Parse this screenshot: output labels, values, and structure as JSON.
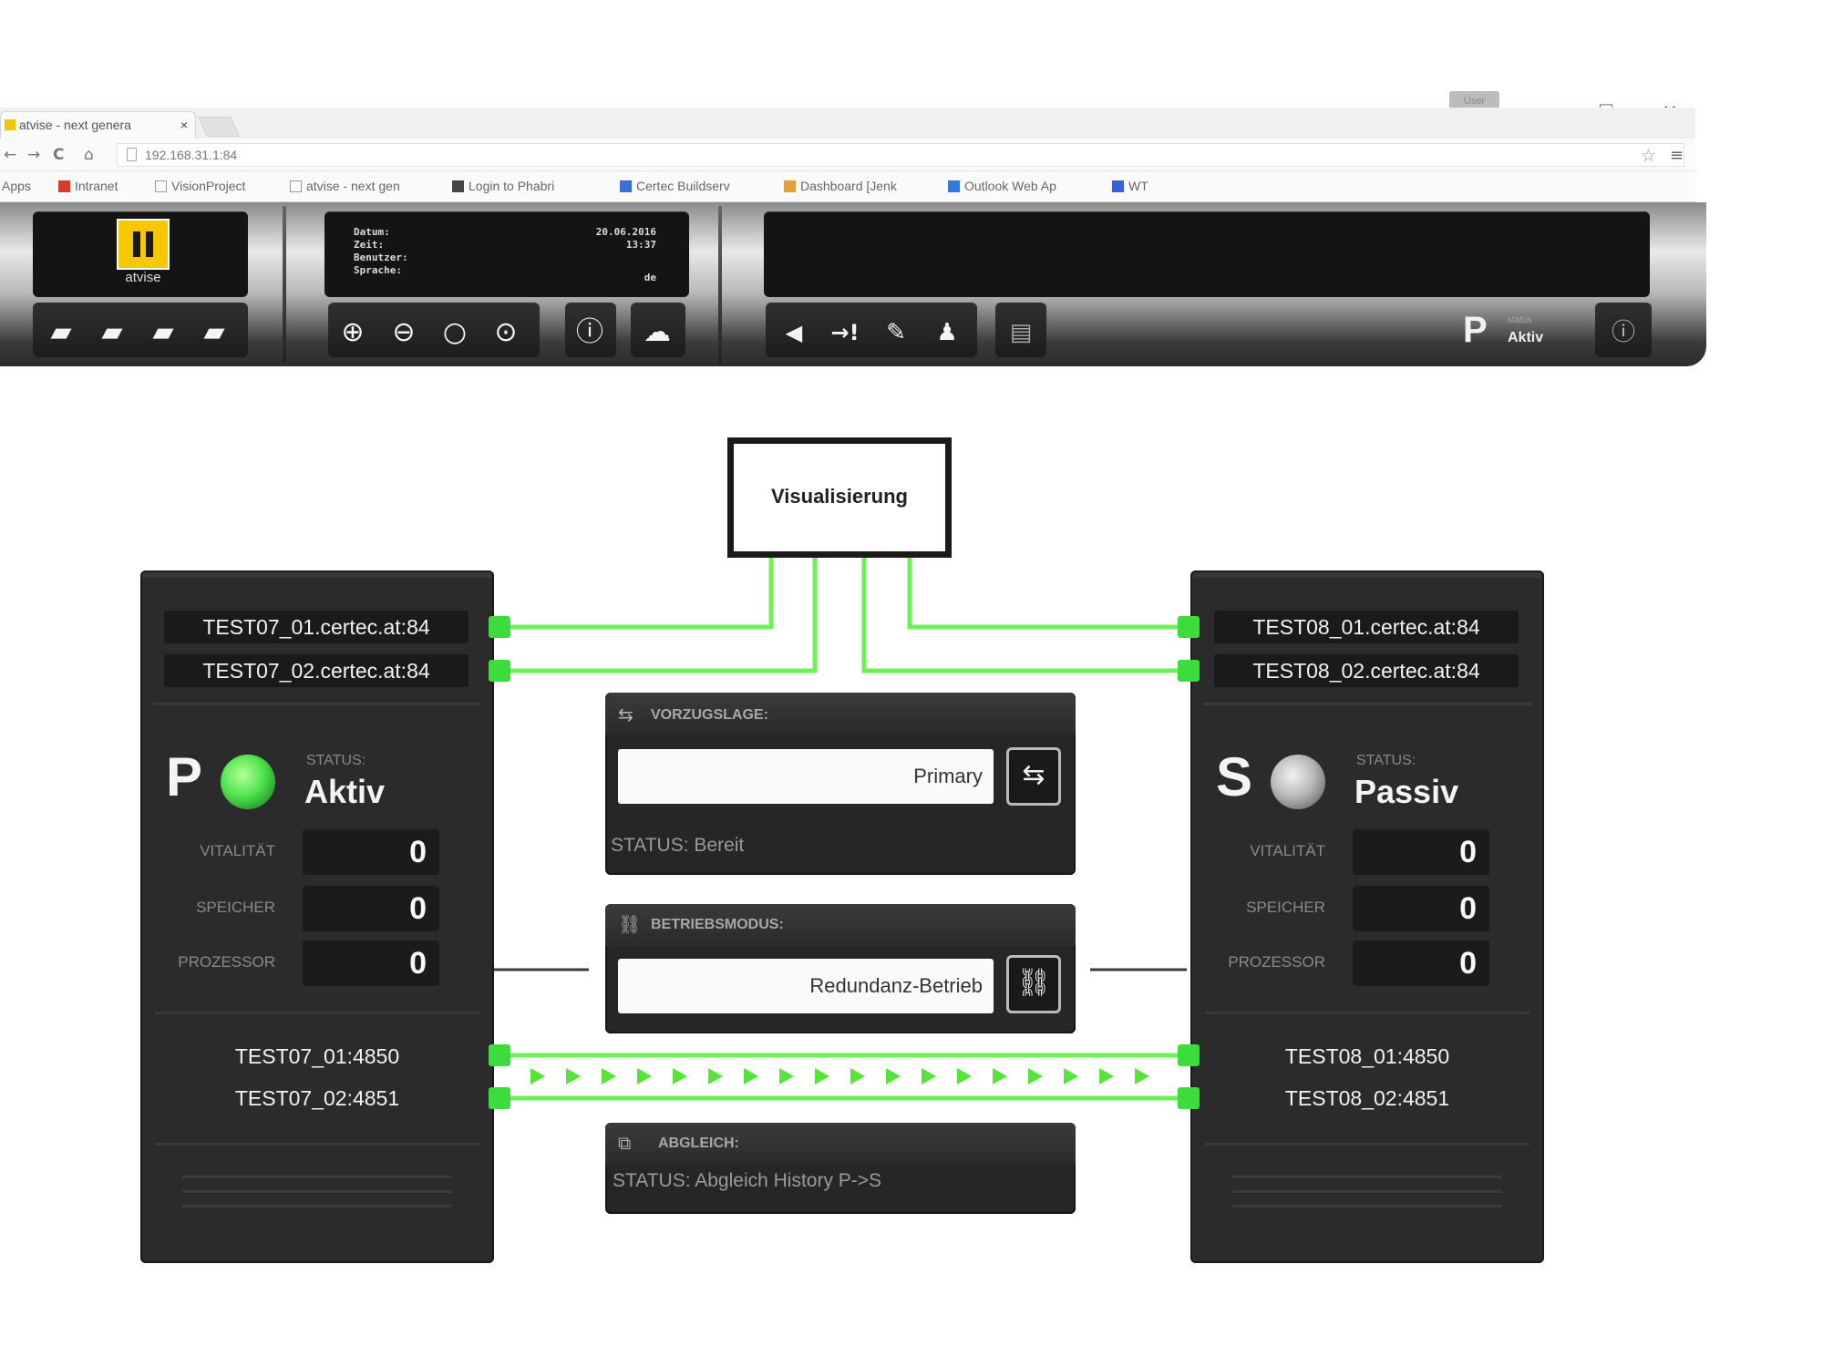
{
  "browser": {
    "tab_title": "atvise - next genera",
    "tab_close": "×",
    "user_badge": "User",
    "window_min": "–",
    "window_max": "☐",
    "window_close": "✕",
    "nav_back": "←",
    "nav_forward": "→",
    "nav_reload": "C",
    "nav_home": "⌂",
    "url": "192.168.31.1:84",
    "star": "☆",
    "menu": "≡",
    "bookmarks": [
      {
        "label": "Apps",
        "color": "#5a8ee6"
      },
      {
        "label": "Intranet",
        "color": "#d83b2b"
      },
      {
        "label": "VisionProject",
        "color": "#ffffff"
      },
      {
        "label": "atvise - next gen",
        "color": "#ffffff"
      },
      {
        "label": "Login to Phabri",
        "color": "#444444"
      },
      {
        "label": "Certec Buildserv",
        "color": "#3a6fd8"
      },
      {
        "label": "Dashboard [Jenk",
        "color": "#e0a040"
      },
      {
        "label": "Outlook Web Ap",
        "color": "#2f7ad8"
      },
      {
        "label": "WT",
        "color": "#3a5fd8"
      }
    ]
  },
  "toolbar": {
    "logo_text": "atvise",
    "info_labels": [
      "Datum:",
      "Zeit:",
      "Benutzer:",
      "Sprache:"
    ],
    "info_values": [
      "20.06.2016",
      "13:37",
      "",
      "de"
    ],
    "file_icons": [
      "folder-open",
      "folder-export",
      "folder-import",
      "folder-save"
    ],
    "zoom_icons": [
      "zoom-in",
      "zoom-out",
      "zoom-reset",
      "zoom-fit"
    ],
    "icon_glyphs": {
      "file": [
        "▰",
        "▰",
        "▰",
        "▰"
      ],
      "zoom": [
        "⊕",
        "⊖",
        "○",
        "⊙"
      ],
      "info": "ⓘ",
      "chat": "☁",
      "mute": "◀",
      "alarm_ack": "→!",
      "sign": "✎",
      "user": "♟",
      "doc": "▤",
      "info2": "ⓘ"
    },
    "mode_letter": "P",
    "status_label": "status",
    "status_value": "Aktiv"
  },
  "diagram": {
    "visualization_label": "Visualisierung",
    "left_server": {
      "hosts": [
        "TEST07_01.certec.at:84",
        "TEST07_02.certec.at:84"
      ],
      "mode_letter": "P",
      "status_label": "STATUS:",
      "status_value": "Aktiv",
      "led_color": "#4fe34f",
      "metrics": [
        {
          "label": "VITALITÄT",
          "value": "0"
        },
        {
          "label": "SPEICHER",
          "value": "0"
        },
        {
          "label": "PROZESSOR",
          "value": "0"
        }
      ],
      "ports": [
        "TEST07_01:4850",
        "TEST07_02:4851"
      ]
    },
    "right_server": {
      "hosts": [
        "TEST08_01.certec.at:84",
        "TEST08_02.certec.at:84"
      ],
      "mode_letter": "S",
      "status_label": "STATUS:",
      "status_value": "Passiv",
      "led_color": "#b9b9b9",
      "metrics": [
        {
          "label": "VITALITÄT",
          "value": "0"
        },
        {
          "label": "SPEICHER",
          "value": "0"
        },
        {
          "label": "PROZESSOR",
          "value": "0"
        }
      ],
      "ports": [
        "TEST08_01:4850",
        "TEST08_02:4851"
      ]
    },
    "preference": {
      "title": "VORZUGSLAGE:",
      "value": "Primary",
      "status": "STATUS: Bereit",
      "button_glyph": "⇆"
    },
    "operating_mode": {
      "title": "BETRIEBSMODUS:",
      "value": "Redundanz-Betrieb",
      "button_glyph": "⛓"
    },
    "sync": {
      "title": "ABGLEICH:",
      "status": "STATUS: Abgleich History P->S"
    },
    "colors": {
      "link_green": "#6ff05a",
      "dot_green": "#3ddc3d",
      "panel_dark": "#2b2b2b"
    }
  }
}
